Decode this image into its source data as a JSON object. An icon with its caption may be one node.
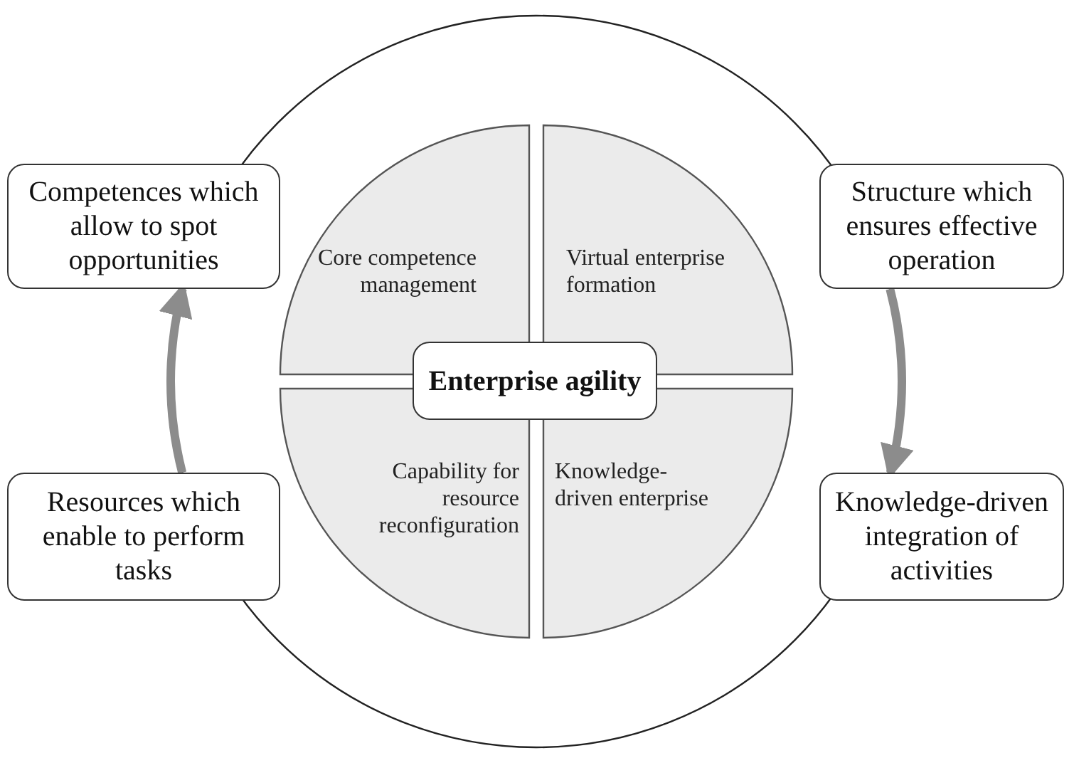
{
  "diagram": {
    "nodes": [
      {
        "text": [
          "Competences which allow to spot opportunities"
        ]
      },
      {
        "text": [
          "Structure which ensures effective operation"
        ]
      },
      {
        "text": [
          "Core competence management"
        ]
      },
      {
        "text": [
          "Virtual enterprise formation"
        ]
      },
      {
        "text": [
          "Enterprise agility"
        ]
      },
      {
        "text": [
          "Capability for resource reconfiguration"
        ]
      },
      {
        "text": [
          "Knowledge-driven enterprise"
        ]
      },
      {
        "text": [
          "Resources which enable to perform tasks"
        ]
      },
      {
        "text": [
          "Knowledge-driven integration of activities"
        ]
      }
    ],
    "edges": [
      {
        "from": 7,
        "to": 0,
        "arrow": "to"
      },
      {
        "from": 1,
        "to": 8,
        "arrow": "to"
      }
    ]
  }
}
